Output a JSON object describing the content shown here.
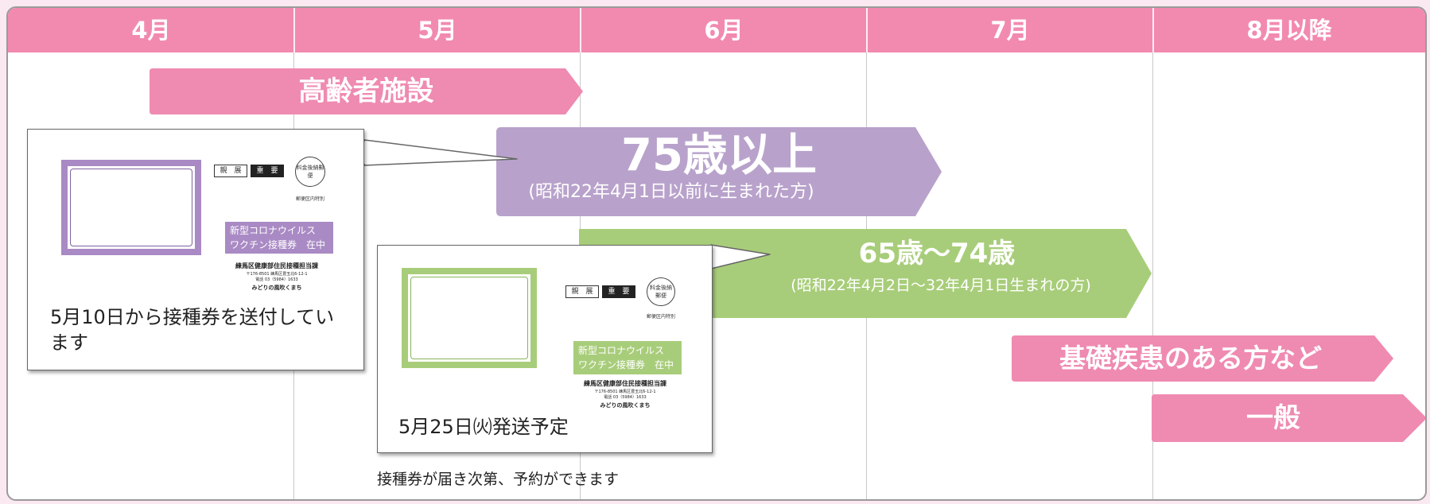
{
  "header": {
    "months": [
      "4月",
      "5月",
      "6月",
      "7月",
      "8月以降"
    ],
    "color": "#f28aaf"
  },
  "bands": {
    "elderly_facility": {
      "label": "高齢者施設",
      "color": "#ef8ab1"
    },
    "age_75": {
      "label": "75歳以上",
      "sublabel": "(昭和22年4月1日以前に生まれた方)",
      "color": "#b8a2cb"
    },
    "age_65_74": {
      "label": "65歳〜74歳",
      "sublabel": "(昭和22年4月2日〜32年4月1日生まれの方)",
      "color": "#a8cd7a"
    },
    "underlying": {
      "label": "基礎疾患のある方など",
      "color": "#ef8ab1"
    },
    "general": {
      "label": "一般",
      "color": "#ef8ab1"
    }
  },
  "card_75": {
    "caption": "5月10日から接種券を送付しています",
    "accent": "#a98ac4",
    "tag_personal": "親　展",
    "tag_important": "重　要",
    "seal": "料金後納郵便",
    "seal_sub": "郵便区内特別",
    "label_line1": "新型コロナウイルス",
    "label_line2": "ワクチン接種券　在中",
    "sender": "練馬区健康部住民接種担当課",
    "sender_address": "〒176-8501 練馬区豊玉北6-12-1",
    "sender_phone": "電話 03（5984）1633",
    "slogan": "みどりの風吹くまち"
  },
  "card_65": {
    "caption": "5月25日㈫発送予定",
    "accent": "#a8cd7a",
    "tag_personal": "親　展",
    "tag_important": "重　要",
    "seal": "料金後納郵便",
    "seal_sub": "郵便区内特別",
    "label_line1": "新型コロナウイルス",
    "label_line2": "ワクチン接種券　在中",
    "sender": "練馬区健康部住民接種担当課",
    "sender_address": "〒176-8501 練馬区豊玉北6-12-1",
    "sender_phone": "電話 03（5984）1633",
    "slogan": "みどりの風吹くまち"
  },
  "footnote": "接種券が届き次第、予約ができます"
}
